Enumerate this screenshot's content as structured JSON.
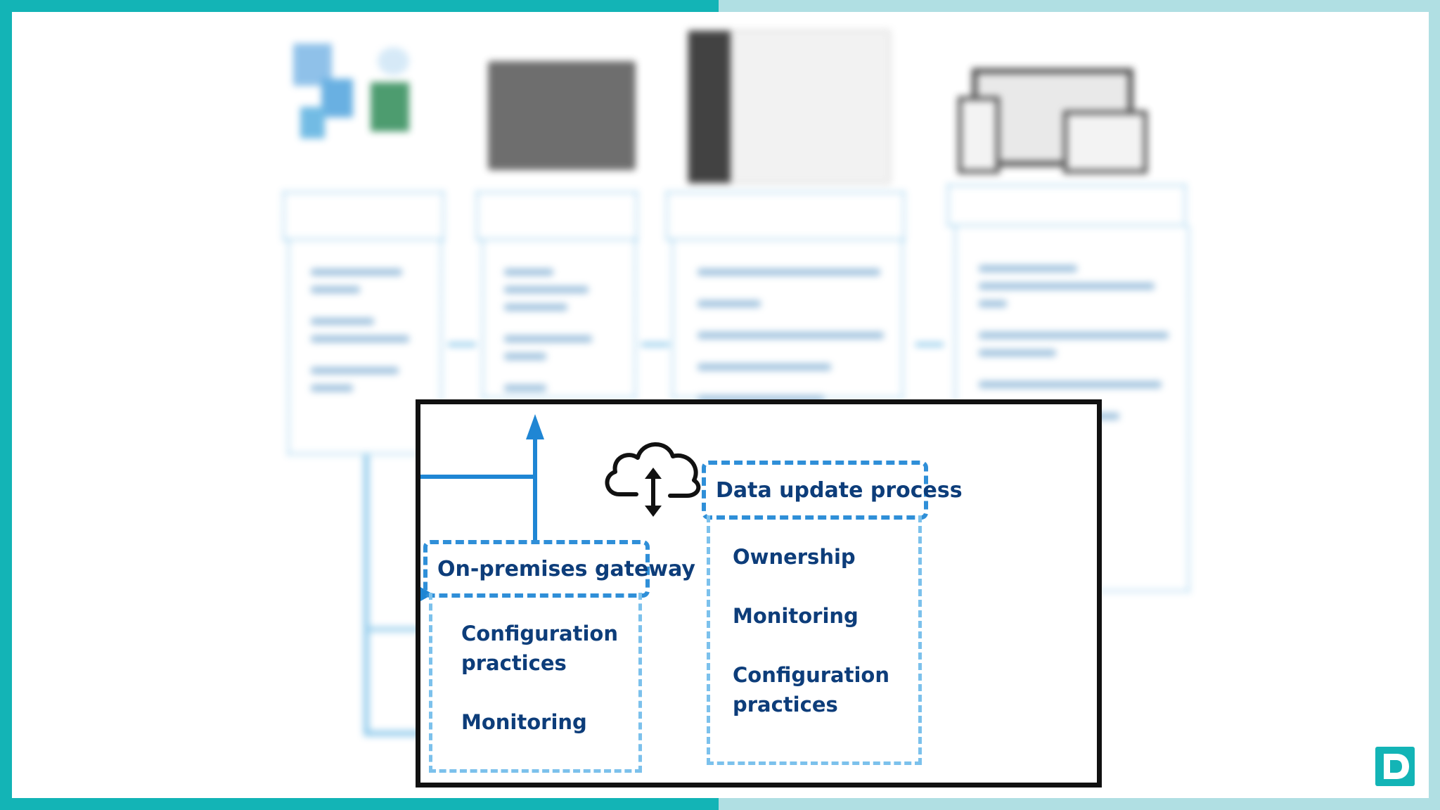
{
  "gateway": {
    "title": "On-premises gateway",
    "items": [
      "Configuration practices",
      "Monitoring"
    ]
  },
  "data_update": {
    "title": "Data update process",
    "items": [
      "Ownership",
      "Monitoring",
      "Configuration practices"
    ]
  },
  "icons": {
    "cloud": "cloud-sync-icon",
    "logo": "d-logo-icon"
  },
  "colors": {
    "frame_teal": "#13b4b6",
    "frame_light": "#b0dfe3",
    "accent_blue": "#2f8fd8",
    "text_navy": "#0d3d7a"
  }
}
